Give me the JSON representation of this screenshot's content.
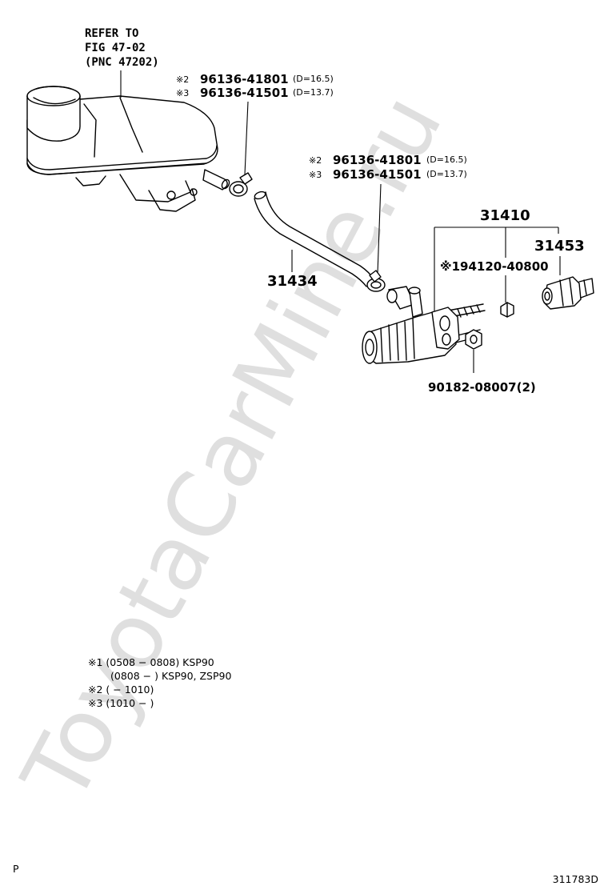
{
  "reference": {
    "line1": "REFER TO",
    "line2": "FIG 47-02",
    "line3": "(PNC 47202)"
  },
  "callouts": {
    "upper_clamp_2": {
      "mark": "※2",
      "part_no": "96136-41801",
      "spec": "(D=16.5)"
    },
    "upper_clamp_3": {
      "mark": "※3",
      "part_no": "96136-41501",
      "spec": "(D=13.7)"
    },
    "lower_clamp_2": {
      "mark": "※2",
      "part_no": "96136-41801",
      "spec": "(D=16.5)"
    },
    "lower_clamp_3": {
      "mark": "※3",
      "part_no": "96136-41501",
      "spec": "(D=13.7)"
    },
    "cylinder_assy": "31410",
    "bleeder_plug": "31453",
    "hose": "31434",
    "screw": "※194120-40800",
    "nut": "90182-08007(2)"
  },
  "notes": {
    "n1a": "※1 (0508 − 0808) KSP90",
    "n1b": "(0808 −       ) KSP90, ZSP90",
    "n2": "※2 (       − 1010)",
    "n3": "※3 (1010 −       )"
  },
  "footer": {
    "left": "P",
    "right": "311783D"
  },
  "watermark": "ToyotaCarMine.ru",
  "icons": {
    "reservoir": "brake-fluid-reservoir-icon",
    "hose": "hose-icon",
    "clamp": "hose-clamp-icon",
    "cylinder": "clutch-release-cylinder-icon",
    "bleeder": "bleeder-plug-icon",
    "nut": "hex-nut-icon"
  }
}
